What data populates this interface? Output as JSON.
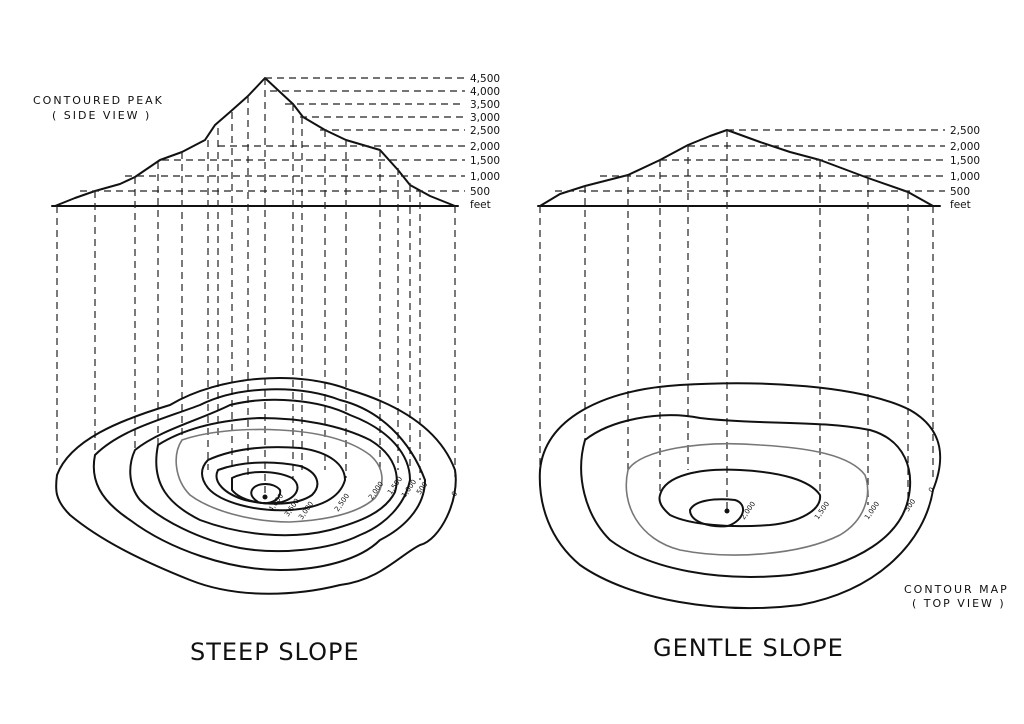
{
  "captions": {
    "side_view_line1": "CONTOURED PEAK",
    "side_view_line2": "( SIDE VIEW )",
    "top_view_line1": "CONTOUR MAP",
    "top_view_line2": "( TOP VIEW )"
  },
  "steep": {
    "title": "STEEP SLOPE",
    "elevation_labels": [
      "4,500",
      "4,000",
      "3,500",
      "3,000",
      "2,500",
      "2,000",
      "1,500",
      "1,000",
      "500",
      "feet"
    ],
    "contour_labels": [
      "4,000",
      "3,500",
      "3,000",
      "2,500",
      "2,000",
      "1,500",
      "1,000",
      "500",
      "0"
    ]
  },
  "gentle": {
    "title": "GENTLE SLOPE",
    "elevation_labels": [
      "2,500",
      "2,000",
      "1,500",
      "1,000",
      "500",
      "feet"
    ],
    "contour_labels": [
      "2,000",
      "1,500",
      "1,000",
      "500",
      "0"
    ]
  }
}
